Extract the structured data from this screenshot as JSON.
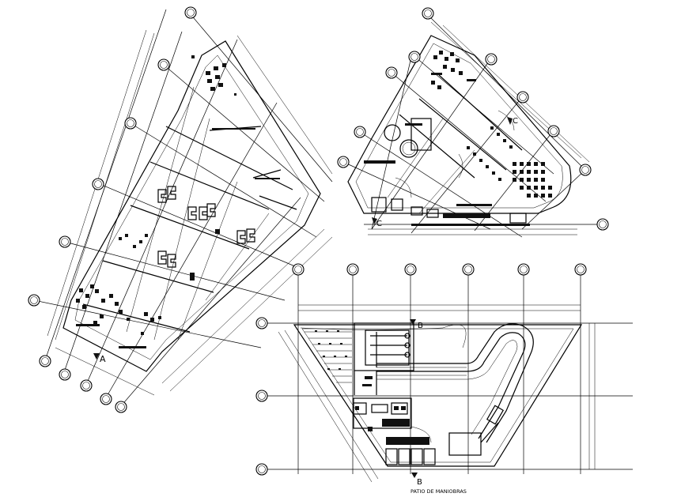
{
  "plan_a": {
    "section_marker": "A"
  },
  "plan_c": {
    "section_marker": "C"
  },
  "plan_b": {
    "section_marker_top": "B",
    "section_marker_bottom": "B",
    "maneuver_yard_label": "PATIO DE MANIOBRAS"
  },
  "colors": {
    "line": "#000000",
    "fill": "#111111",
    "background": "#ffffff"
  }
}
